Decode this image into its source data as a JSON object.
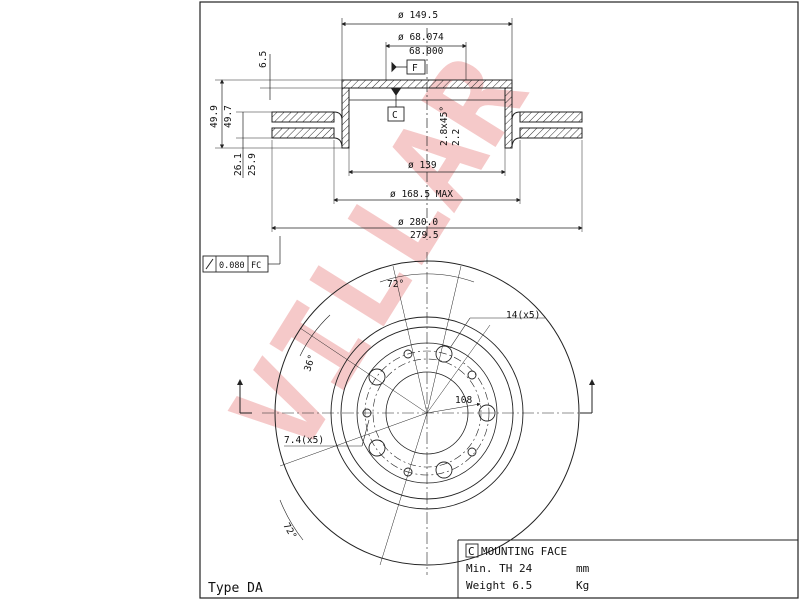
{
  "dimensions": {
    "d_outer_top": "ø 149.5",
    "d_hub_1": "ø 68.074",
    "d_hub_2": "68.000",
    "height_small": "6.5",
    "height_1": "49.9",
    "height_2": "49.7",
    "thick_1": "26.1",
    "thick_2": "25.9",
    "chamfer": "2.8x45°",
    "chamfer_b": "2.2",
    "d_139": "ø 139",
    "d_max": "ø 168.5 MAX",
    "d_disc_1": "ø 280.0",
    "d_disc_2": "279.5"
  },
  "datum_f": "F",
  "datum_c": "C",
  "tolerance": {
    "value": "0.080",
    "ref": "FC"
  },
  "front_view": {
    "angle_top": "72°",
    "angle_bottom": "72°",
    "angle_36": "36°",
    "holes_large": "14(x5)",
    "holes_small": "7.4(x5)",
    "pcd": "108"
  },
  "legend": {
    "c_symbol": "C",
    "mounting_face": "MOUNTING FACE",
    "min_th_label": "Min. TH 24",
    "min_th_unit": "mm",
    "weight_label": "Weight 6.5",
    "weight_unit": "Kg"
  },
  "type_label": "Type DA",
  "watermark": "VILLAR",
  "colors": {
    "line": "#222222",
    "watermark": "#f2b8b8"
  }
}
